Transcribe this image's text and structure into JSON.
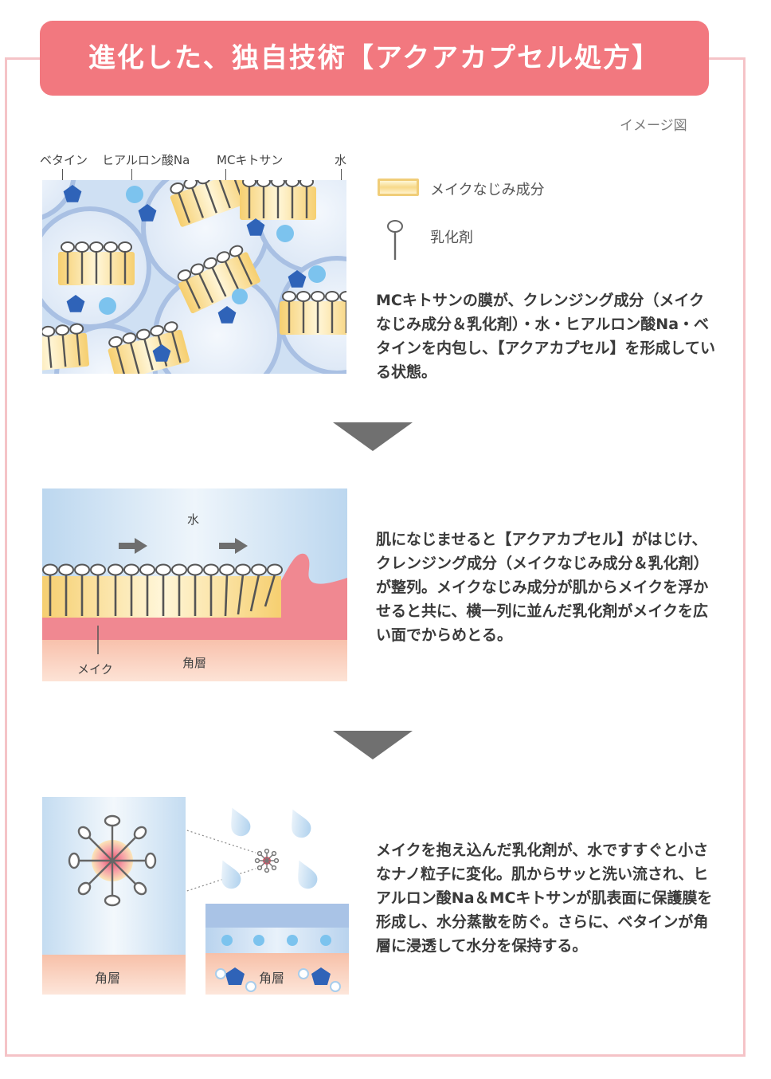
{
  "header": {
    "title": "進化した、独自技術【アクアカプセル処方】"
  },
  "caption": "イメージ図",
  "step1": {
    "labels": {
      "betaine": "ベタイン",
      "hyaluronic": "ヒアルロン酸Na",
      "chitosan": "MCキトサン",
      "water": "水"
    },
    "legend": {
      "makeup_component": "メイクなじみ成分",
      "emulsifier": "乳化剤"
    },
    "description": "MCキトサンの膜が、クレンジング成分（メイクなじみ成分＆乳化剤）・水・ヒアルロン酸Na・ベタインを内包し、【アクアカプセル】を形成している状態。"
  },
  "step2": {
    "labels": {
      "water": "水",
      "makeup": "メイク",
      "stratum": "角層"
    },
    "description": "肌になじませると【アクアカプセル】がはじけ、クレンジング成分（メイクなじみ成分＆乳化剤）が整列。メイクなじみ成分が肌からメイクを浮かせると共に、横一列に並んだ乳化剤がメイクを広い面でからめとる。"
  },
  "step3": {
    "labels": {
      "stratum_left": "角層",
      "stratum_right": "角層"
    },
    "description": "メイクを抱え込んだ乳化剤が、水ですすぐと小さなナノ粒子に変化。肌からサッと洗い流され、ヒアルロン酸Na＆MCキトサンが肌表面に保護膜を形成し、水分蒸散を防ぐ。さらに、ベタインが角層に浸透して水分を保持する。"
  },
  "colors": {
    "banner": "#f2787f",
    "frame": "#f5c3c7",
    "capsule": "#b9cde9",
    "yellow": "#f7d98a",
    "blue_pentagon": "#2f63b8",
    "blue_dot": "#7cc3ee",
    "skin": "#f6c3ad",
    "pink_film": "#f08891"
  }
}
